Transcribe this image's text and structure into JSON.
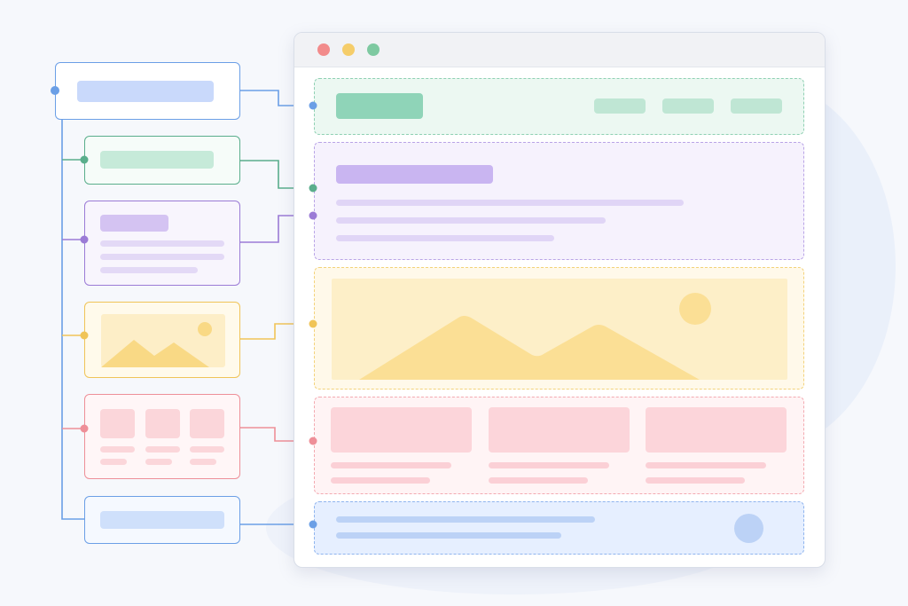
{
  "colors": {
    "page_bg": "#f6f8fc",
    "header": "#5aae8c",
    "hero": "#9b7bd6",
    "image": "#f0c458",
    "cards": "#ee8f98",
    "footer": "#6b9fe6",
    "trunk": "#6b9fe6"
  },
  "window_controls": [
    {
      "name": "close",
      "color": "#f28b8b"
    },
    {
      "name": "minimize",
      "color": "#f5cd6a"
    },
    {
      "name": "maximize",
      "color": "#7ec9a1"
    }
  ],
  "components": [
    {
      "id": "page-root",
      "color": "#6b9fe6"
    },
    {
      "id": "header",
      "color": "#5aae8c"
    },
    {
      "id": "hero-text",
      "color": "#9b7bd6"
    },
    {
      "id": "hero-image",
      "color": "#f0c458"
    },
    {
      "id": "card-grid",
      "color": "#ee8f98"
    },
    {
      "id": "footer",
      "color": "#6b9fe6"
    }
  ],
  "header_nav_items": 3,
  "grid_cards": 3
}
